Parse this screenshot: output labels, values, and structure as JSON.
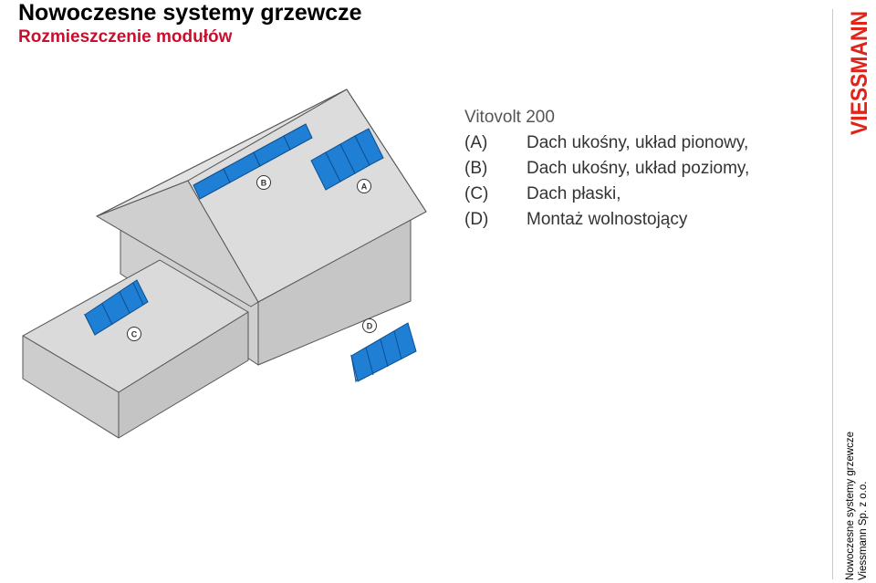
{
  "header": {
    "title": "Nowoczesne systemy grzewcze",
    "subtitle": "Rozmieszczenie modułów"
  },
  "brand": {
    "logo_text": "VIESSMANN",
    "color": "#e2231a"
  },
  "legend": {
    "heading": "Vitovolt 200",
    "items": [
      {
        "key": "(A)",
        "text": "Dach ukośny, układ pionowy,"
      },
      {
        "key": "(B)",
        "text": "Dach ukośny, układ poziomy,"
      },
      {
        "key": "(C)",
        "text": "Dach płaski,"
      },
      {
        "key": "(D)",
        "text": "Montaż wolnostojący"
      }
    ]
  },
  "illustration": {
    "badges": [
      "A",
      "B",
      "C",
      "D"
    ],
    "panel_color": "#1f7fd4",
    "roof_color": "#dcdcdc",
    "wall_color": "#cfcfcf"
  },
  "footer": {
    "line1": "Nowoczesne systemy grzewcze",
    "line2": "Viessmann Sp. z o.o."
  }
}
